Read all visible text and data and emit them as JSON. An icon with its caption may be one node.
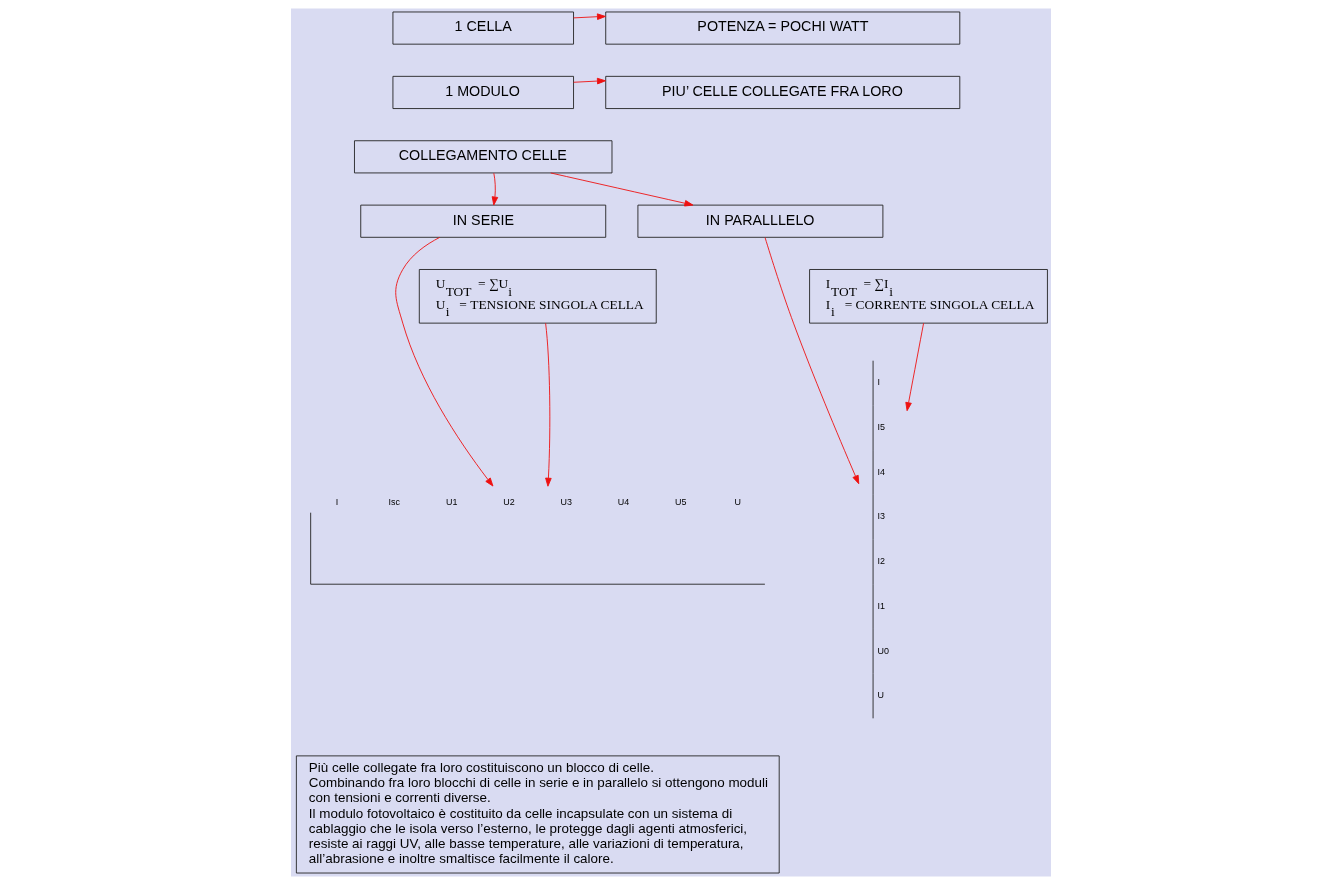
{
  "diagram": {
    "nodes": [
      {
        "text": [
          "1 CELLA"
        ]
      },
      {
        "text": [
          "POTENZA = POCHI WATT"
        ]
      },
      {
        "text": [
          "1 MODULO"
        ]
      },
      {
        "text": [
          "PIU’ CELLE COLLEGATE FRA LORO"
        ]
      },
      {
        "text": [
          "COLLEGAMENTO CELLE"
        ]
      },
      {
        "text": [
          "IN SERIE"
        ]
      },
      {
        "text": [
          "IN PARALLLELO"
        ]
      },
      {
        "text": [
          "I",
          "Isc",
          "U1",
          "U2",
          "U3",
          "U4",
          "U5",
          "U"
        ]
      },
      {
        "text": [
          "U$_{TOT}$ = ∑U$_{i}$",
          "U$_{i}$ = TENSIONE SINGOLA CELLA"
        ]
      },
      {
        "text": [
          "I$_{TOT}$ = ∑I$_{i}$",
          "I$_{i}$ = CORRENTE SINGOLA CELLA"
        ]
      },
      {
        "text": [
          "I",
          "I5",
          "I4",
          "I3",
          "I2",
          "I1",
          "U0",
          "U"
        ]
      },
      {
        "text": [
          "Più celle collegate fra loro costituiscono un blocco di celle.",
          "Combinando fra loro blocchi di celle in serie e in parallelo si ottengono moduli con tensioni e correnti diverse.",
          "Il modulo fotovoltaico è costituito da celle incapsulate con un sistema di cablaggio che le isola verso l’esterno, le protegge dagli agenti atmosferici, resiste ai raggi UV, alle basse temperature, alle variazioni di temperatura, all’abrasione e inoltre smaltisce facilmente il calore."
        ]
      }
    ],
    "edges": [
      {
        "from": 0,
        "to": 1,
        "arrow": "to"
      },
      {
        "from": 2,
        "to": 3,
        "arrow": "to"
      },
      {
        "from": 4,
        "to": 5,
        "arrow": "to"
      },
      {
        "from": 4,
        "to": 6,
        "arrow": "to"
      },
      {
        "from": 5,
        "to": 7,
        "arrow": "to"
      },
      {
        "from": 6,
        "to": 10,
        "arrow": "to"
      },
      {
        "from": 8,
        "to": 7,
        "arrow": "to"
      },
      {
        "from": 9,
        "to": 10,
        "arrow": "to"
      }
    ]
  }
}
